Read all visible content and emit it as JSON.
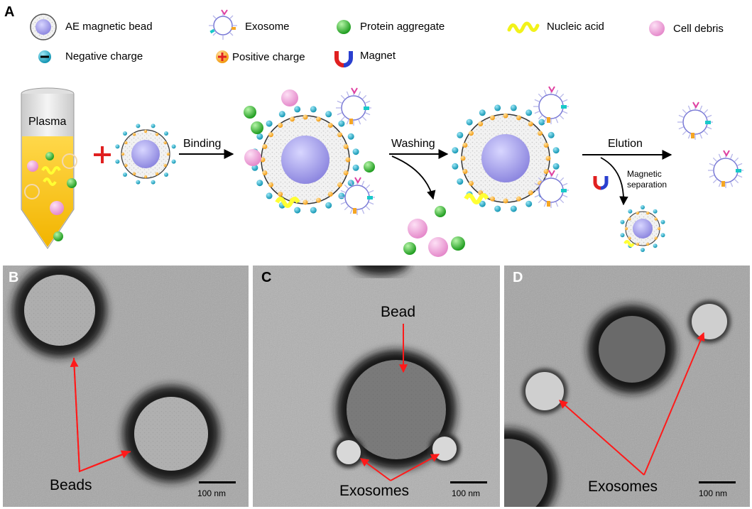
{
  "panel_a": {
    "letter": "A",
    "legend": [
      {
        "label": "AE magnetic bead",
        "icon": "bead-icon"
      },
      {
        "label": "Exosome",
        "icon": "exosome-icon"
      },
      {
        "label": "Protein aggregate",
        "icon": "protein-aggregate-icon"
      },
      {
        "label": "Nucleic acid",
        "icon": "nucleic-acid-icon"
      },
      {
        "label": "Cell debris",
        "icon": "cell-debris-icon"
      },
      {
        "label": "Negative charge",
        "icon": "negative-charge-icon"
      },
      {
        "label": "Positive charge",
        "icon": "positive-charge-icon"
      },
      {
        "label": "Magnet",
        "icon": "magnet-icon"
      }
    ],
    "tube_label": "Plasma",
    "steps": {
      "binding": "Binding",
      "washing": "Washing",
      "elution": "Elution",
      "magnetic_line1": "Magnetic",
      "magnetic_line2": "separation"
    },
    "colors": {
      "bead_core": "#a9a4ee",
      "negative": "#1aa6c4",
      "positive": "#f5a623",
      "protein": "#2eb82e",
      "debris": "#f29bd8",
      "nucleic": "#e8e81a",
      "plasma": "#f7c31a"
    }
  },
  "panel_b": {
    "letter": "B",
    "label": "Beads",
    "scale": "100 nm"
  },
  "panel_c": {
    "letter": "C",
    "label_bead": "Bead",
    "label_exo": "Exosomes",
    "scale": "100 nm"
  },
  "panel_d": {
    "letter": "D",
    "label_exo": "Exosomes",
    "scale": "100 nm"
  }
}
